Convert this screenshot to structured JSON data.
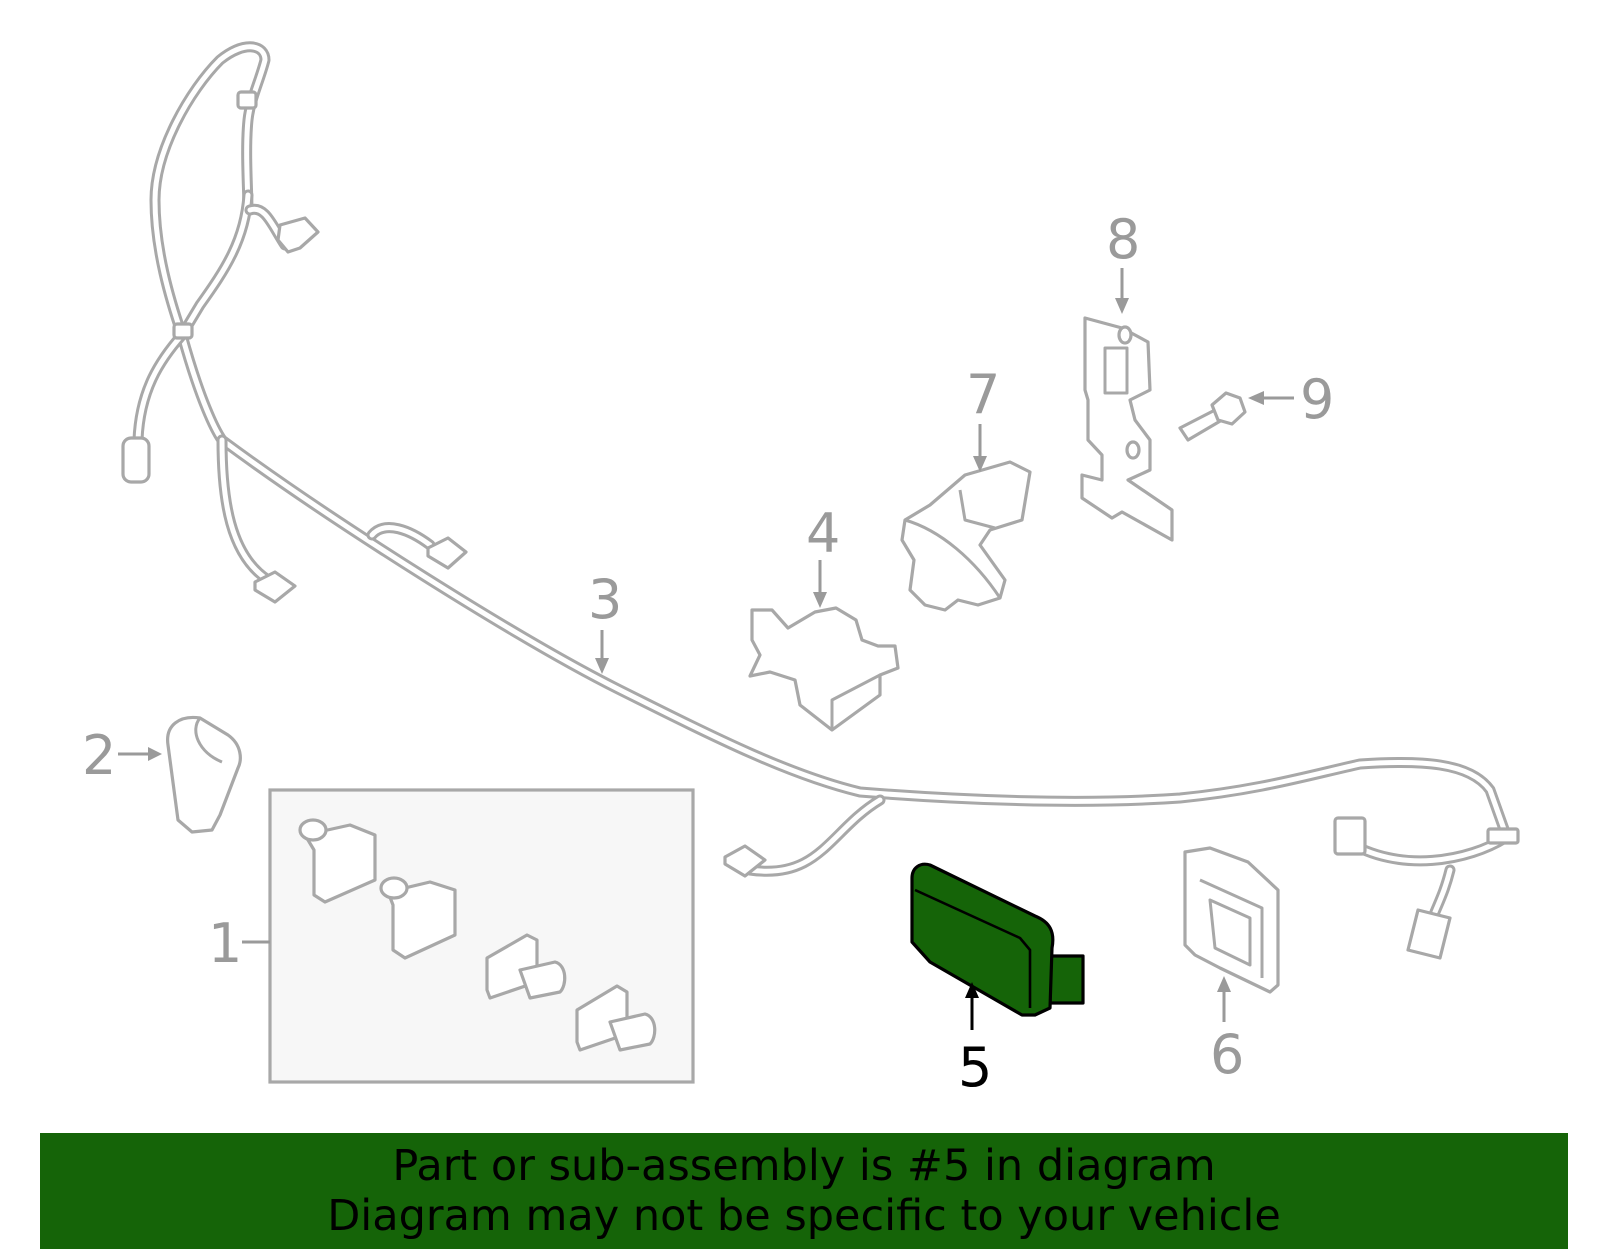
{
  "diagram": {
    "callouts": [
      "1",
      "2",
      "3",
      "4",
      "5",
      "6",
      "7",
      "8",
      "9"
    ],
    "highlighted_callout": "5",
    "highlight_color": "#156408",
    "part_outline_color": "#a8a8a8",
    "kit_box_fill": "#f7f7f7"
  },
  "banner": {
    "line1": "Part or sub-assembly is #5 in diagram",
    "line2": "Diagram may not be specific to your vehicle",
    "background_color": "#156408"
  }
}
